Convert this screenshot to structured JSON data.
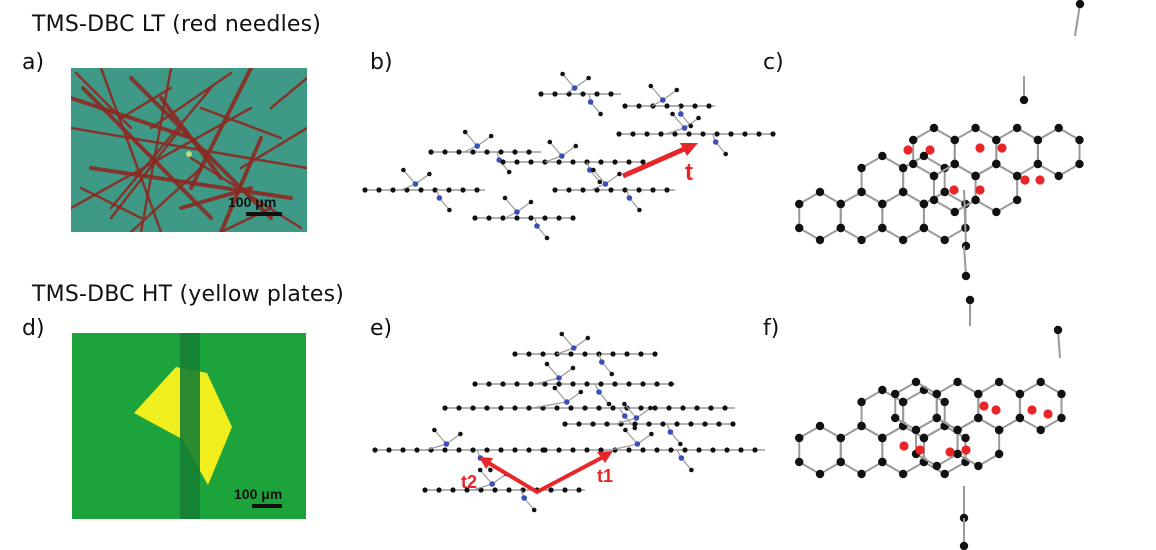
{
  "rows": [
    {
      "title": "TMS-DBC LT (red needles)",
      "panels": {
        "photo": "a)",
        "packing": "b)",
        "overlap": "c)"
      },
      "scale_bar": "100 μm",
      "arrow_labels": [
        "t"
      ]
    },
    {
      "title": "TMS-DBC HT (yellow plates)",
      "panels": {
        "photo": "d)",
        "packing": "e)",
        "overlap": "f)"
      },
      "scale_bar": "100 μm",
      "arrow_labels": [
        "t2",
        "t1"
      ]
    }
  ],
  "colors": {
    "needle_background": "#3e9a86",
    "needles": "#8c2a22",
    "plate_background": "#1da33c",
    "plate_crystal": "#f0ee1c",
    "arrow": "#e8262a",
    "bond": "#9a9a9a",
    "atom": "#111111",
    "silicon_atom": "#3b4fb8",
    "overlap_atom": "#e8262a"
  }
}
